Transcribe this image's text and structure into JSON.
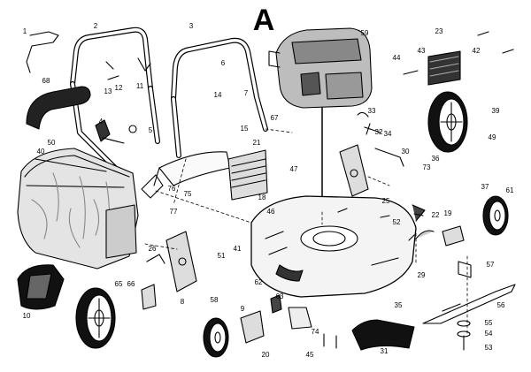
{
  "diagram": {
    "title": "A",
    "callouts": [
      "1",
      "2",
      "3",
      "4",
      "5",
      "6",
      "7",
      "8",
      "9",
      "10",
      "11",
      "12",
      "13",
      "14",
      "15",
      "18",
      "19",
      "20",
      "21",
      "22",
      "23",
      "25",
      "26",
      "29",
      "30",
      "31",
      "32",
      "33",
      "34",
      "35",
      "36",
      "37",
      "39",
      "40",
      "41",
      "42",
      "43",
      "44",
      "45",
      "46",
      "47",
      "49",
      "50",
      "51",
      "52",
      "53",
      "54",
      "55",
      "56",
      "57",
      "58",
      "59",
      "61",
      "62",
      "63",
      "65",
      "66",
      "67",
      "68",
      "73",
      "74",
      "75",
      "76",
      "77"
    ]
  }
}
